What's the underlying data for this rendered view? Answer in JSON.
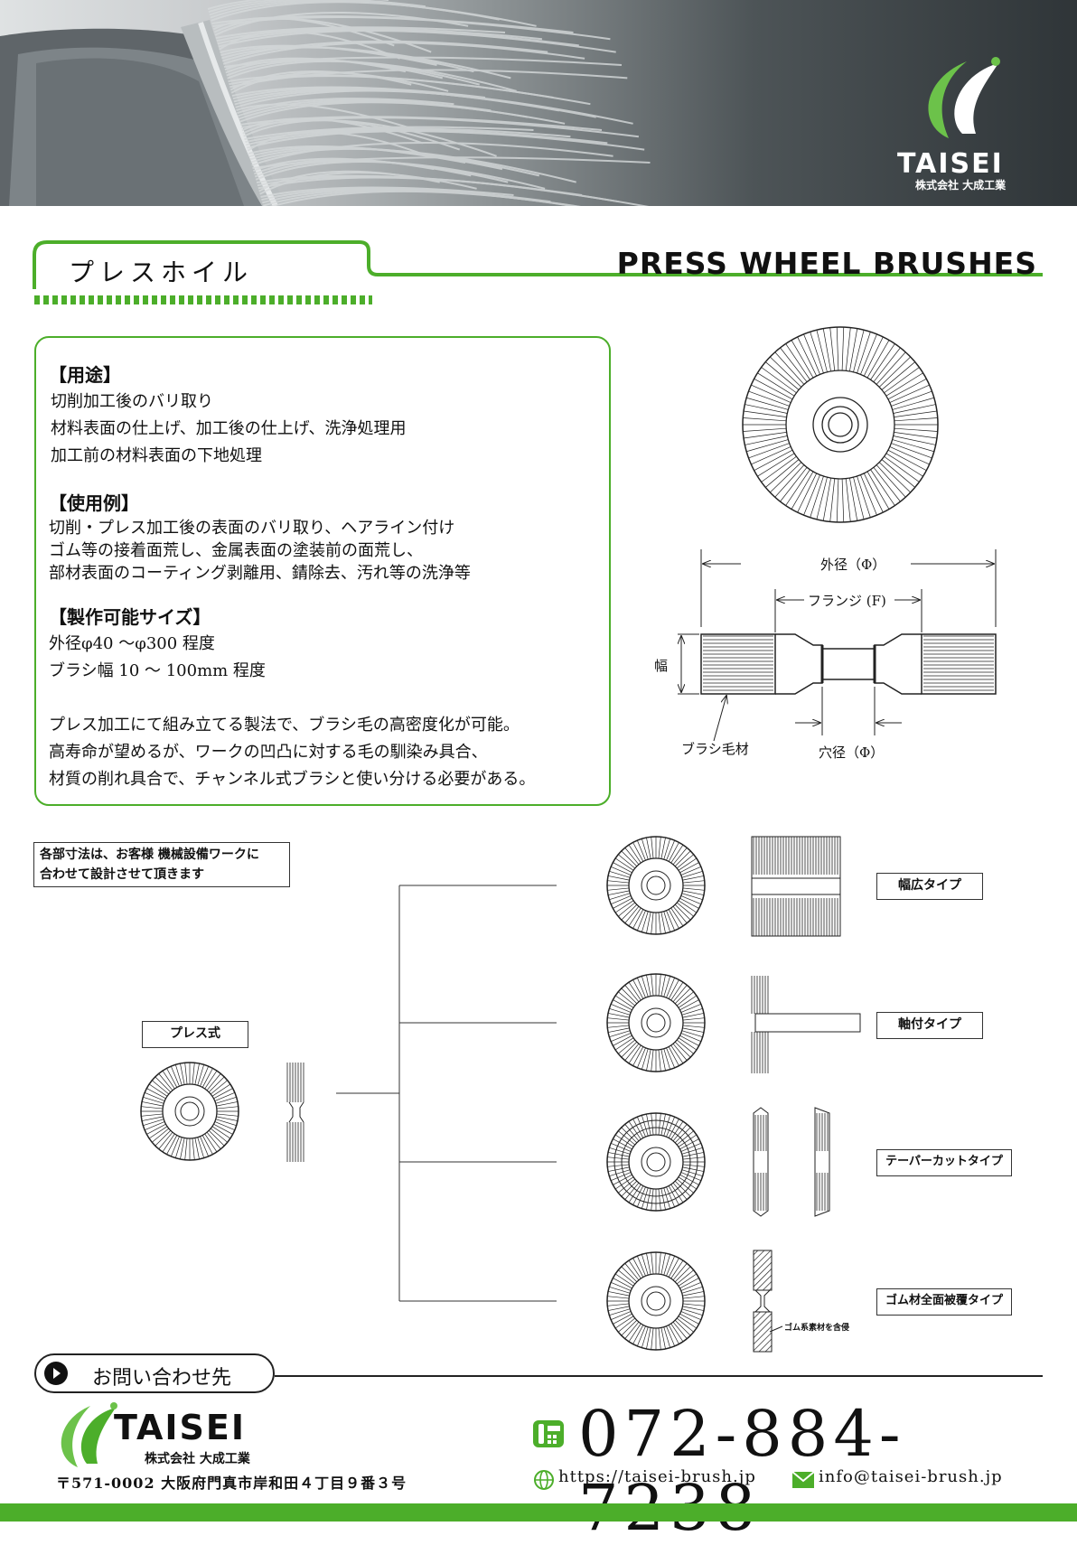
{
  "header": {
    "logo_name": "TAISEI",
    "logo_company": "株式会社 大成工業"
  },
  "section": {
    "title_jp": "プレスホイル",
    "title_en": "PRESS WHEEL BRUSHES"
  },
  "description": {
    "usage_heading": "【用途】",
    "usage_lines": [
      "切削加工後のバリ取り",
      "材料表面の仕上げ、加工後の仕上げ、洗浄処理用",
      "加工前の材料表面の下地処理"
    ],
    "examples_heading": "【使用例】",
    "examples_lines": [
      "切削・プレス加工後の表面のバリ取り、ヘアライン付け",
      "ゴム等の接着面荒し、金属表面の塗装前の面荒し、",
      "部材表面のコーティング剥離用、錆除去、汚れ等の洗浄等"
    ],
    "sizes_heading": "【製作可能サイズ】",
    "sizes_lines": [
      "外径φ40 ～φ300 程度",
      "ブラシ幅 10 ～ 100mm 程度"
    ],
    "note_lines": [
      "プレス加工にて組み立てる製法で、ブラシ毛の高密度化が可能。",
      "高寿命が望めるが、ワークの凹凸に対する毛の馴染み具合、",
      "材質の削れ具合で、チャンネル式ブラシと使い分ける必要がある。"
    ]
  },
  "diagram": {
    "outer_dia": "外径（Φ）",
    "flange": "フランジ (F)",
    "width": "幅",
    "bristle": "ブラシ毛材",
    "hole_dia": "穴径（Φ）"
  },
  "types": {
    "custom_note_1": "各部寸法は、お客様 機械設備ワークに",
    "custom_note_2": "合わせて設計させて頂きます",
    "press_label": "プレス式",
    "wide": "幅広タイプ",
    "shaft": "軸付タイプ",
    "taper": "テーパーカットタイプ",
    "rubber": "ゴム材全面被覆タイプ",
    "rubber_note": "ゴム系素材を含侵"
  },
  "contact": {
    "label": "お問い合わせ先",
    "company_name": "TAISEI",
    "company_sub": "株式会社 大成工業",
    "address": "〒571-0002 大阪府門真市岸和田４丁目９番３号",
    "phone": "072-884-7238",
    "website": "https://taisei-brush.jp",
    "email": "info@taisei-brush.jp"
  },
  "colors": {
    "accent": "#4cae2a"
  }
}
